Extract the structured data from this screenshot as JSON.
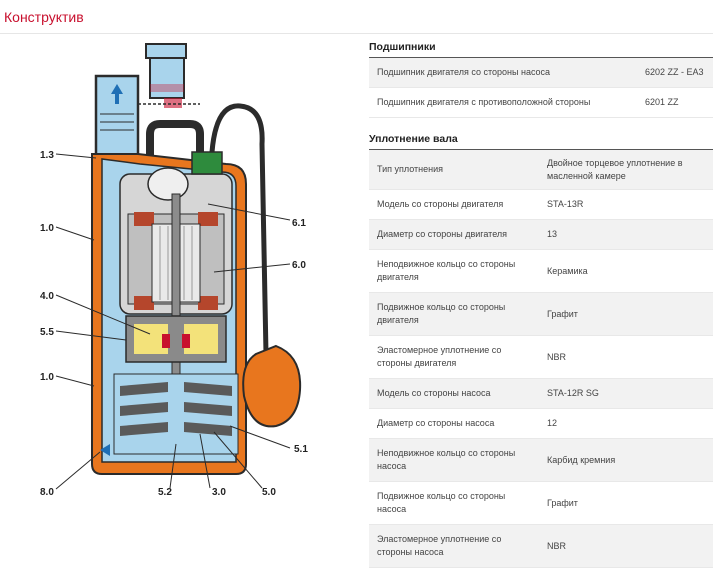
{
  "page": {
    "title": "Конструктив"
  },
  "diagram": {
    "callouts": {
      "c13": "1.3",
      "c10a": "1.0",
      "c40": "4.0",
      "c55": "5.5",
      "c10b": "1.0",
      "c80": "8.0",
      "c52": "5.2",
      "c30": "3.0",
      "c50": "5.0",
      "c51": "5.1",
      "c60": "6.0",
      "c61": "6.1"
    },
    "colors": {
      "orange": "#e8761e",
      "blue": "#a9d4ec",
      "dark": "#2b2b2b",
      "green": "#2e8b3d",
      "yellow": "#f3e27a"
    }
  },
  "bearings": {
    "title": "Подшипники",
    "rows": [
      {
        "key": "Подшипник двигателя со стороны насоса",
        "value": "6202 ZZ - EA3"
      },
      {
        "key": "Подшипник двигателя с противоположной стороны",
        "value": "6201 ZZ"
      }
    ]
  },
  "seal": {
    "title": "Уплотнение вала",
    "rows": [
      {
        "key": "Тип уплотнения",
        "value": "Двойное торцевое уплотнение в масленной камере"
      },
      {
        "key": "Модель со стороны двигателя",
        "value": "STA-13R"
      },
      {
        "key": "Диаметр со стороны двигателя",
        "value": "13"
      },
      {
        "key": "Неподвижное кольцо со стороны двигателя",
        "value": "Керамика"
      },
      {
        "key": "Подвижное кольцо со стороны двигателя",
        "value": "Графит"
      },
      {
        "key": "Эластомерное уплотнение со стороны двигателя",
        "value": "NBR"
      },
      {
        "key": "Модель со стороны насоса",
        "value": "STA-12R SG"
      },
      {
        "key": "Диаметр со стороны насоса",
        "value": "12"
      },
      {
        "key": "Неподвижное кольцо со стороны насоса",
        "value": "Карбид кремния"
      },
      {
        "key": "Подвижное кольцо со стороны насоса",
        "value": "Графит"
      },
      {
        "key": "Эластомерное уплотнение со стороны насоса",
        "value": "NBR"
      }
    ]
  }
}
